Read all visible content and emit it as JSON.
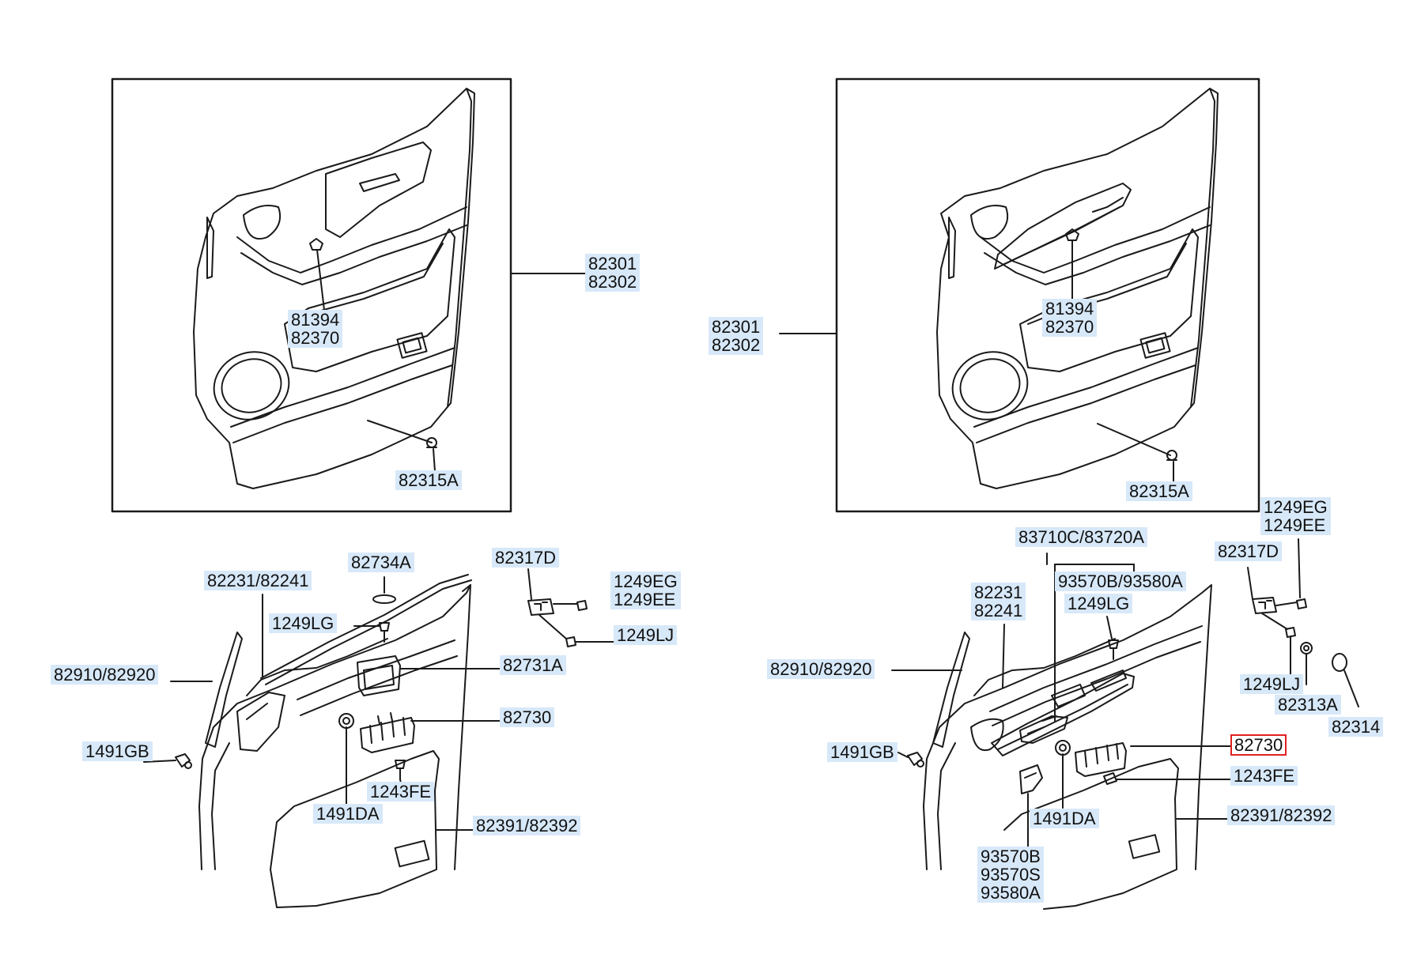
{
  "diagram": {
    "top_left": {
      "callouts": [
        [
          "82301",
          "82302"
        ],
        [
          "81394",
          "82370"
        ],
        [
          "82315A"
        ]
      ]
    },
    "top_right": {
      "callouts": [
        [
          "82301",
          "82302"
        ],
        [
          "81394",
          "82370"
        ],
        [
          "82315A"
        ]
      ]
    },
    "bottom_left": {
      "callouts": [
        [
          "82734A"
        ],
        [
          "82317D"
        ],
        [
          "82231/82241"
        ],
        [
          "1249EG",
          "1249EE"
        ],
        [
          "1249LG"
        ],
        [
          "1249LJ"
        ],
        [
          "82910/82920"
        ],
        [
          "82731A"
        ],
        [
          "82730"
        ],
        [
          "1491GB"
        ],
        [
          "1243FE"
        ],
        [
          "1491DA"
        ],
        [
          "82391/82392"
        ]
      ]
    },
    "bottom_right": {
      "callouts": [
        [
          "83710C/83720A"
        ],
        [
          "1249EG",
          "1249EE"
        ],
        [
          "82317D"
        ],
        [
          "93570B/93580A"
        ],
        [
          "82231",
          "82241"
        ],
        [
          "1249LG"
        ],
        [
          "82910/82920"
        ],
        [
          "1249LJ"
        ],
        [
          "82313A"
        ],
        [
          "82314"
        ],
        [
          "82730"
        ],
        [
          "1491GB"
        ],
        [
          "1243FE"
        ],
        [
          "82391/82392"
        ],
        [
          "1491DA"
        ],
        [
          "93570B",
          "93570S",
          "93580A"
        ]
      ]
    },
    "highlight_color": "#e02020",
    "label_bg_color": "#d7e8f8"
  }
}
